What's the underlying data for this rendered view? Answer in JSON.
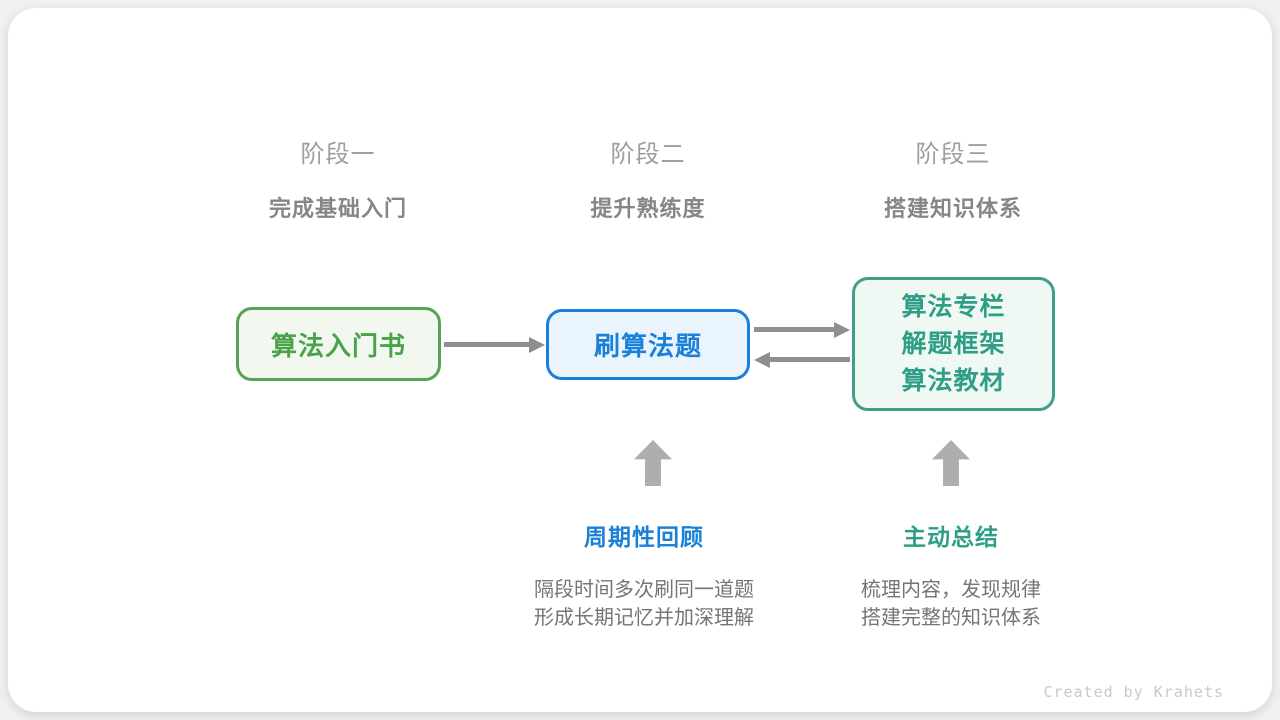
{
  "colors": {
    "green-border": "#57a257",
    "green-bg": "#f2f8ef",
    "green-text": "#4aa34a",
    "blue-border": "#1a80d8",
    "blue-bg": "#eaf4fc",
    "blue-text": "#1a80d8",
    "teal-border": "#3f9e8e",
    "teal-bg": "#f0f8f4",
    "teal-text": "#2e9e86",
    "arrow-gray": "#8f8f8f",
    "block-arrow-gray": "#aeaeae",
    "stage-label-gray": "#9e9e9e",
    "stage-subtitle-gray": "#868686",
    "desc-gray": "#757575",
    "watermark-gray": "#c9c9c9"
  },
  "stages": [
    {
      "label": "阶段一",
      "subtitle": "完成基础入门"
    },
    {
      "label": "阶段二",
      "subtitle": "提升熟练度"
    },
    {
      "label": "阶段三",
      "subtitle": "搭建知识体系"
    }
  ],
  "nodes": {
    "intro_book": {
      "label": "算法入门书"
    },
    "practice": {
      "label": "刷算法题"
    },
    "resources": {
      "lines": [
        "算法专栏",
        "解题框架",
        "算法教材"
      ]
    }
  },
  "annotations": {
    "review": {
      "title": "周期性回顾",
      "desc1": "隔段时间多次刷同一道题",
      "desc2": "形成长期记忆并加深理解"
    },
    "summarize": {
      "title": "主动总结",
      "desc1": "梳理内容，发现规律",
      "desc2": "搭建完整的知识体系"
    }
  },
  "watermark": "Created by Krahets"
}
